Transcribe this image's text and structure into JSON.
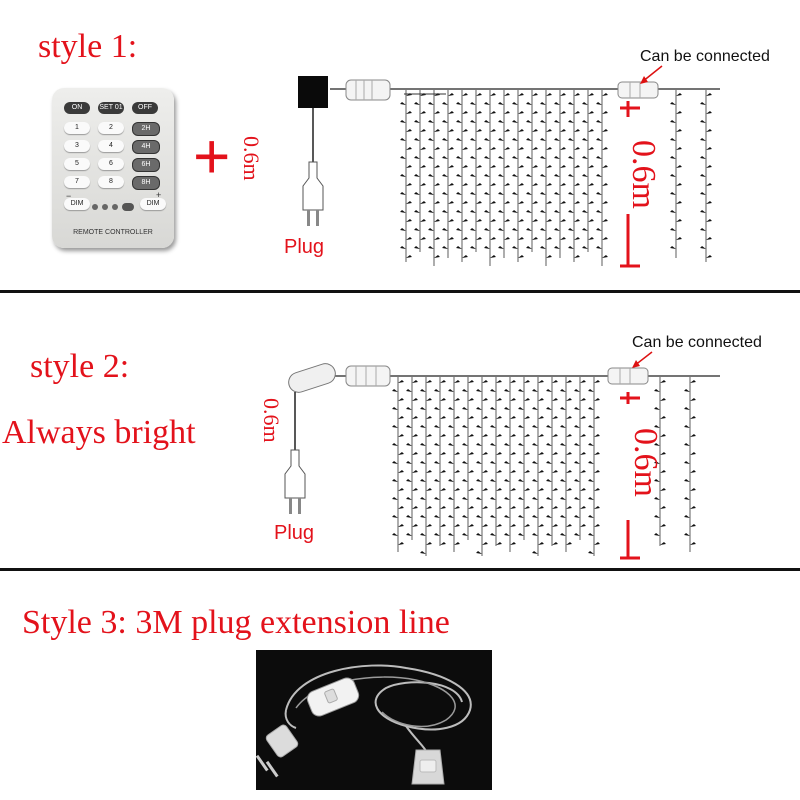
{
  "section1": {
    "title": "style 1:",
    "remote_buttons": [
      "ON",
      "SET 01",
      "OFF",
      "1",
      "2",
      "2H",
      "3",
      "4",
      "4H",
      "5",
      "6",
      "6H",
      "7",
      "8",
      "8H",
      "DIM",
      "DIM"
    ],
    "remote_minus": "−",
    "remote_plus": "+",
    "remote_label": "REMOTE CONTROLLER",
    "plus_sign": "+",
    "cable_length": "0.6m",
    "plug_label": "Plug",
    "connect_label": "Can be connected",
    "drop_length": "0.6m"
  },
  "section2": {
    "title": "style 2:",
    "subtitle": "Always bright",
    "cable_length": "0.6m",
    "plug_label": "Plug",
    "connect_label": "Can be connected",
    "drop_length": "0.6m"
  },
  "section3": {
    "title": "Style 3: 3M plug extension line"
  },
  "colors": {
    "title_red": "#e3121b",
    "divider": "#111111",
    "photo_bg": "#0c0c0c"
  }
}
